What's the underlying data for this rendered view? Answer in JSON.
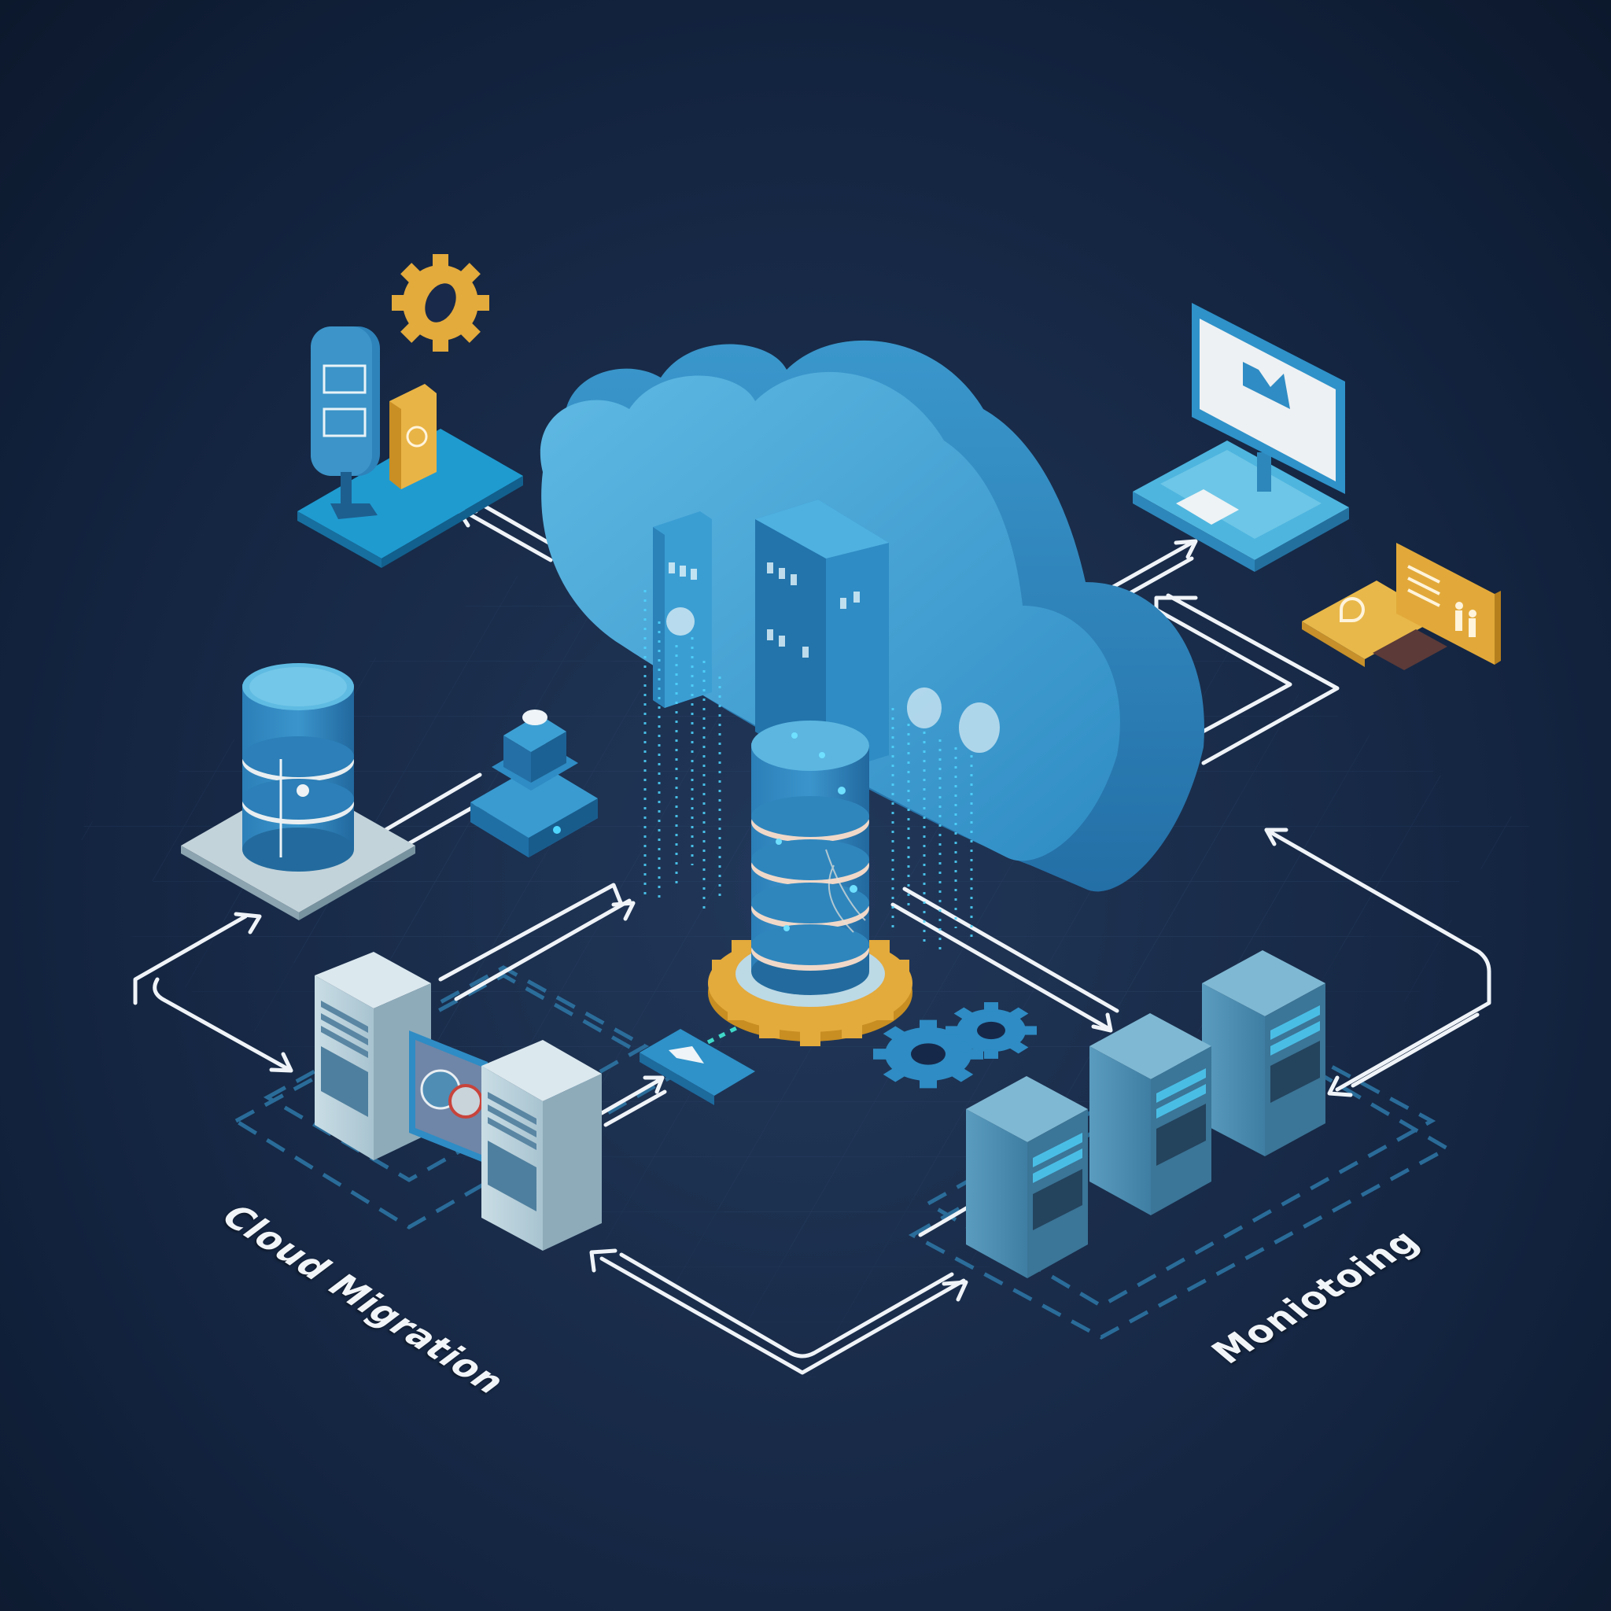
{
  "diagram": {
    "theme": "Cloud migration isometric illustration",
    "labels": {
      "left": "Cloud Migration",
      "right": "Moniotoing"
    },
    "nodes": [
      {
        "id": "cloud",
        "icon": "cloud-icon",
        "desc": "Large 3D cloud containing two server racks"
      },
      {
        "id": "central-db",
        "icon": "database-icon",
        "desc": "Central database cylinder on golden gear with data streams"
      },
      {
        "id": "left-db",
        "icon": "database-icon",
        "desc": "Database cylinder on gear platform"
      },
      {
        "id": "processor",
        "icon": "chip-icon",
        "desc": "Stacked pedestal block"
      },
      {
        "id": "config-panel",
        "icon": "gear-icon",
        "desc": "Control panel with golden gear and document block"
      },
      {
        "id": "workstation",
        "icon": "monitor-icon",
        "desc": "Desktop monitor with chart and keyboard"
      },
      {
        "id": "docs-panel",
        "icon": "document-icon",
        "desc": "Golden document board with people"
      },
      {
        "id": "legacy-servers",
        "icon": "server-icon",
        "desc": "Two on-premise tower servers with monitor"
      },
      {
        "id": "cloud-servers",
        "icon": "server-icon",
        "desc": "Three blue rack servers"
      },
      {
        "id": "mobile-card",
        "icon": "card-icon",
        "desc": "Small blue device card"
      },
      {
        "id": "blue-gears",
        "icon": "gear-icon",
        "desc": "Two interlocking blue gears"
      }
    ],
    "colors": {
      "background": "#132440",
      "cloud": "#4aa6d6",
      "cloud_dark": "#2f86bd",
      "gold": "#e2a93a",
      "server_light": "#b8cfd9",
      "server_blue": "#4a8cb0",
      "accent_cyan": "#4fd6ff",
      "arrow": "#f0f4f8"
    }
  }
}
